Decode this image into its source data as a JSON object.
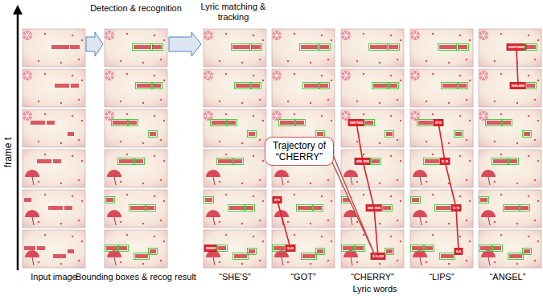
{
  "diagram": {
    "nodes": [
      {
        "text": [
          "Trajectory of “CHERRY”"
        ]
      }
    ],
    "labels": [
      "Detection & recognition",
      "Lyric matching & tracking",
      "frame t",
      "Input image",
      "Bounding boxes & recog result",
      "“SHE'S”",
      "“GOT”",
      "“CHERRY”",
      "“LIPS”",
      "“ANGEL”",
      "Lyric words"
    ]
  }
}
